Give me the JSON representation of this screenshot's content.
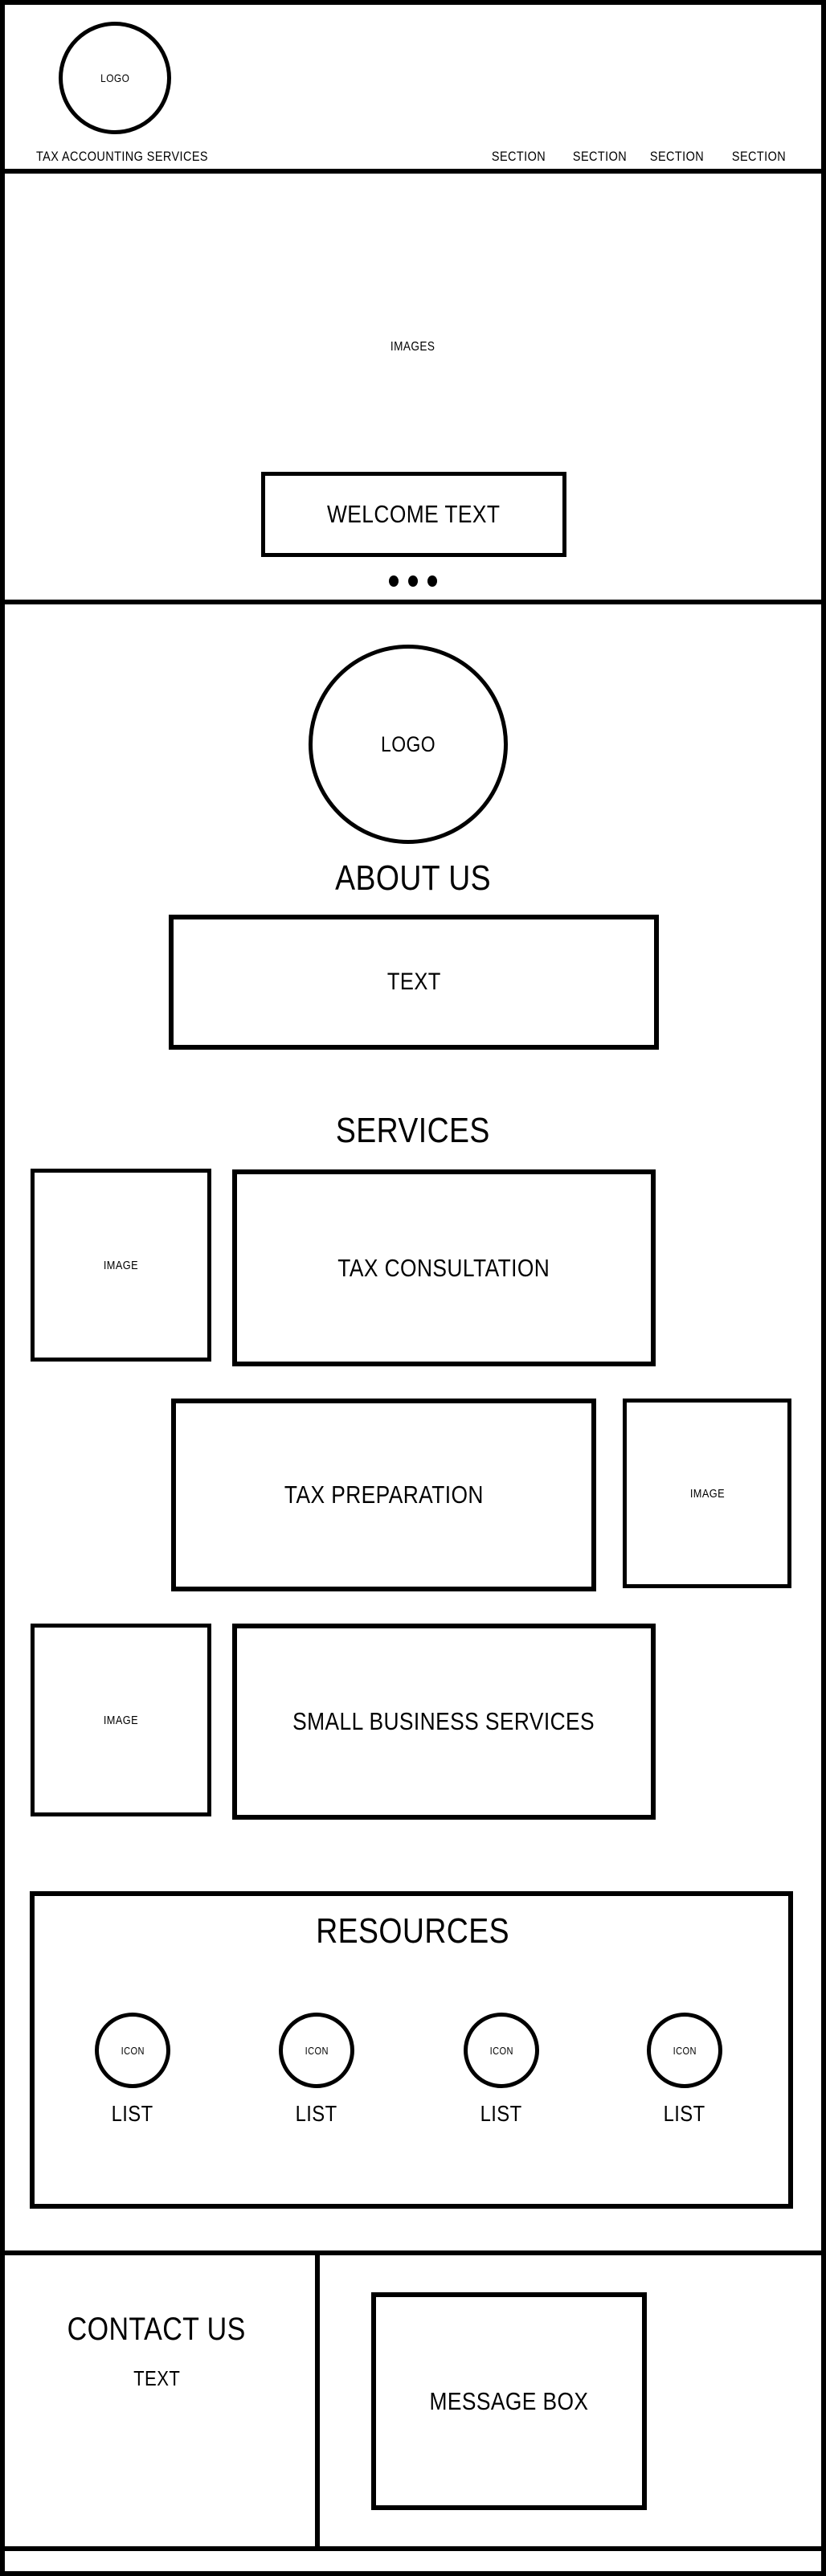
{
  "colors": {
    "ink": "#000000",
    "paper": "#ffffff"
  },
  "header": {
    "logo_label": "LOGO",
    "brand": "TAX ACCOUNTING SERVICES",
    "nav": [
      {
        "label": "SECTION"
      },
      {
        "label": "SECTION"
      },
      {
        "label": "SECTION"
      },
      {
        "label": "SECTION"
      }
    ]
  },
  "hero": {
    "images_label": "IMAGES",
    "welcome_label": "WELCOME TEXT",
    "carousel_dots": 3
  },
  "about": {
    "logo_label": "LOGO",
    "heading": "ABOUT US",
    "text_label": "TEXT"
  },
  "services": {
    "heading": "SERVICES",
    "items": [
      {
        "label": "TAX CONSULTATION",
        "image_label": "IMAGE",
        "image_side": "left"
      },
      {
        "label": "TAX PREPARATION",
        "image_label": "IMAGE",
        "image_side": "right"
      },
      {
        "label": "SMALL BUSINESS SERVICES",
        "image_label": "IMAGE",
        "image_side": "left"
      }
    ]
  },
  "resources": {
    "heading": "RESOURCES",
    "items": [
      {
        "icon_label": "ICON",
        "list_label": "LIST"
      },
      {
        "icon_label": "ICON",
        "list_label": "LIST"
      },
      {
        "icon_label": "ICON",
        "list_label": "LIST"
      },
      {
        "icon_label": "ICON",
        "list_label": "LIST"
      }
    ]
  },
  "footer": {
    "heading": "CONTACT US",
    "text_label": "TEXT",
    "message_box_label": "MESSAGE BOX"
  }
}
